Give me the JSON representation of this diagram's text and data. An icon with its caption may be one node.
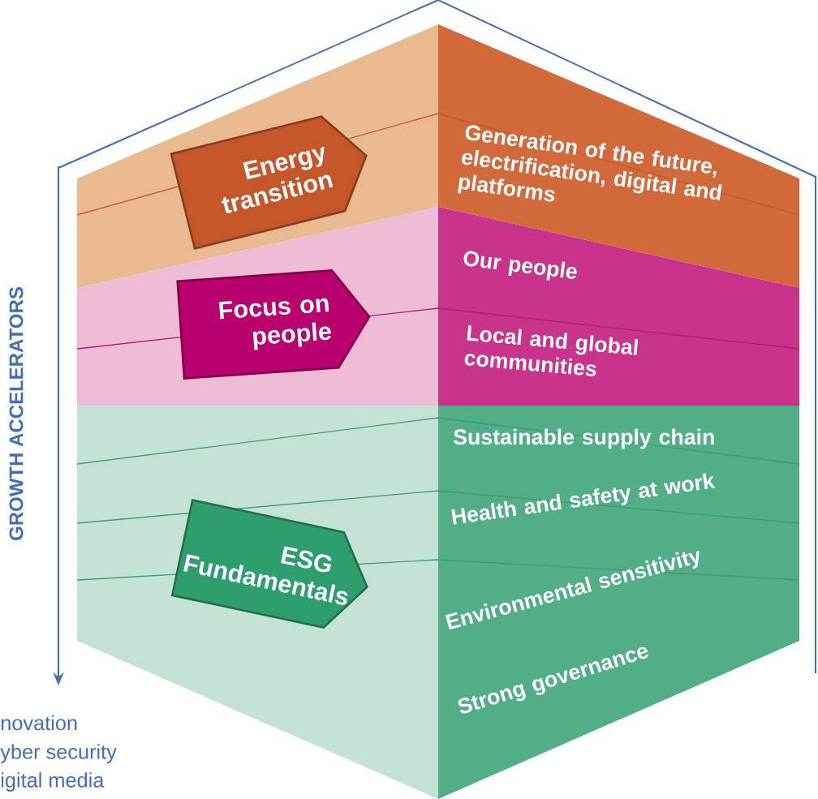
{
  "diagram": {
    "nodes": [
      {
        "text": [
          "Energy transition"
        ]
      },
      {
        "text": [
          "Focus on people"
        ]
      },
      {
        "text": [
          "ESG Fundamentals"
        ]
      }
    ],
    "labels": [
      "Generation of the future, electrification, digital and platforms",
      "Our people",
      "Local and global communities",
      "GROWTH ACCELERATORS",
      "Sustainable supply chain",
      "Health and safety at work",
      "Environmental sensitivity",
      "Strong governance",
      "novation",
      "yber security",
      "igital media"
    ]
  }
}
